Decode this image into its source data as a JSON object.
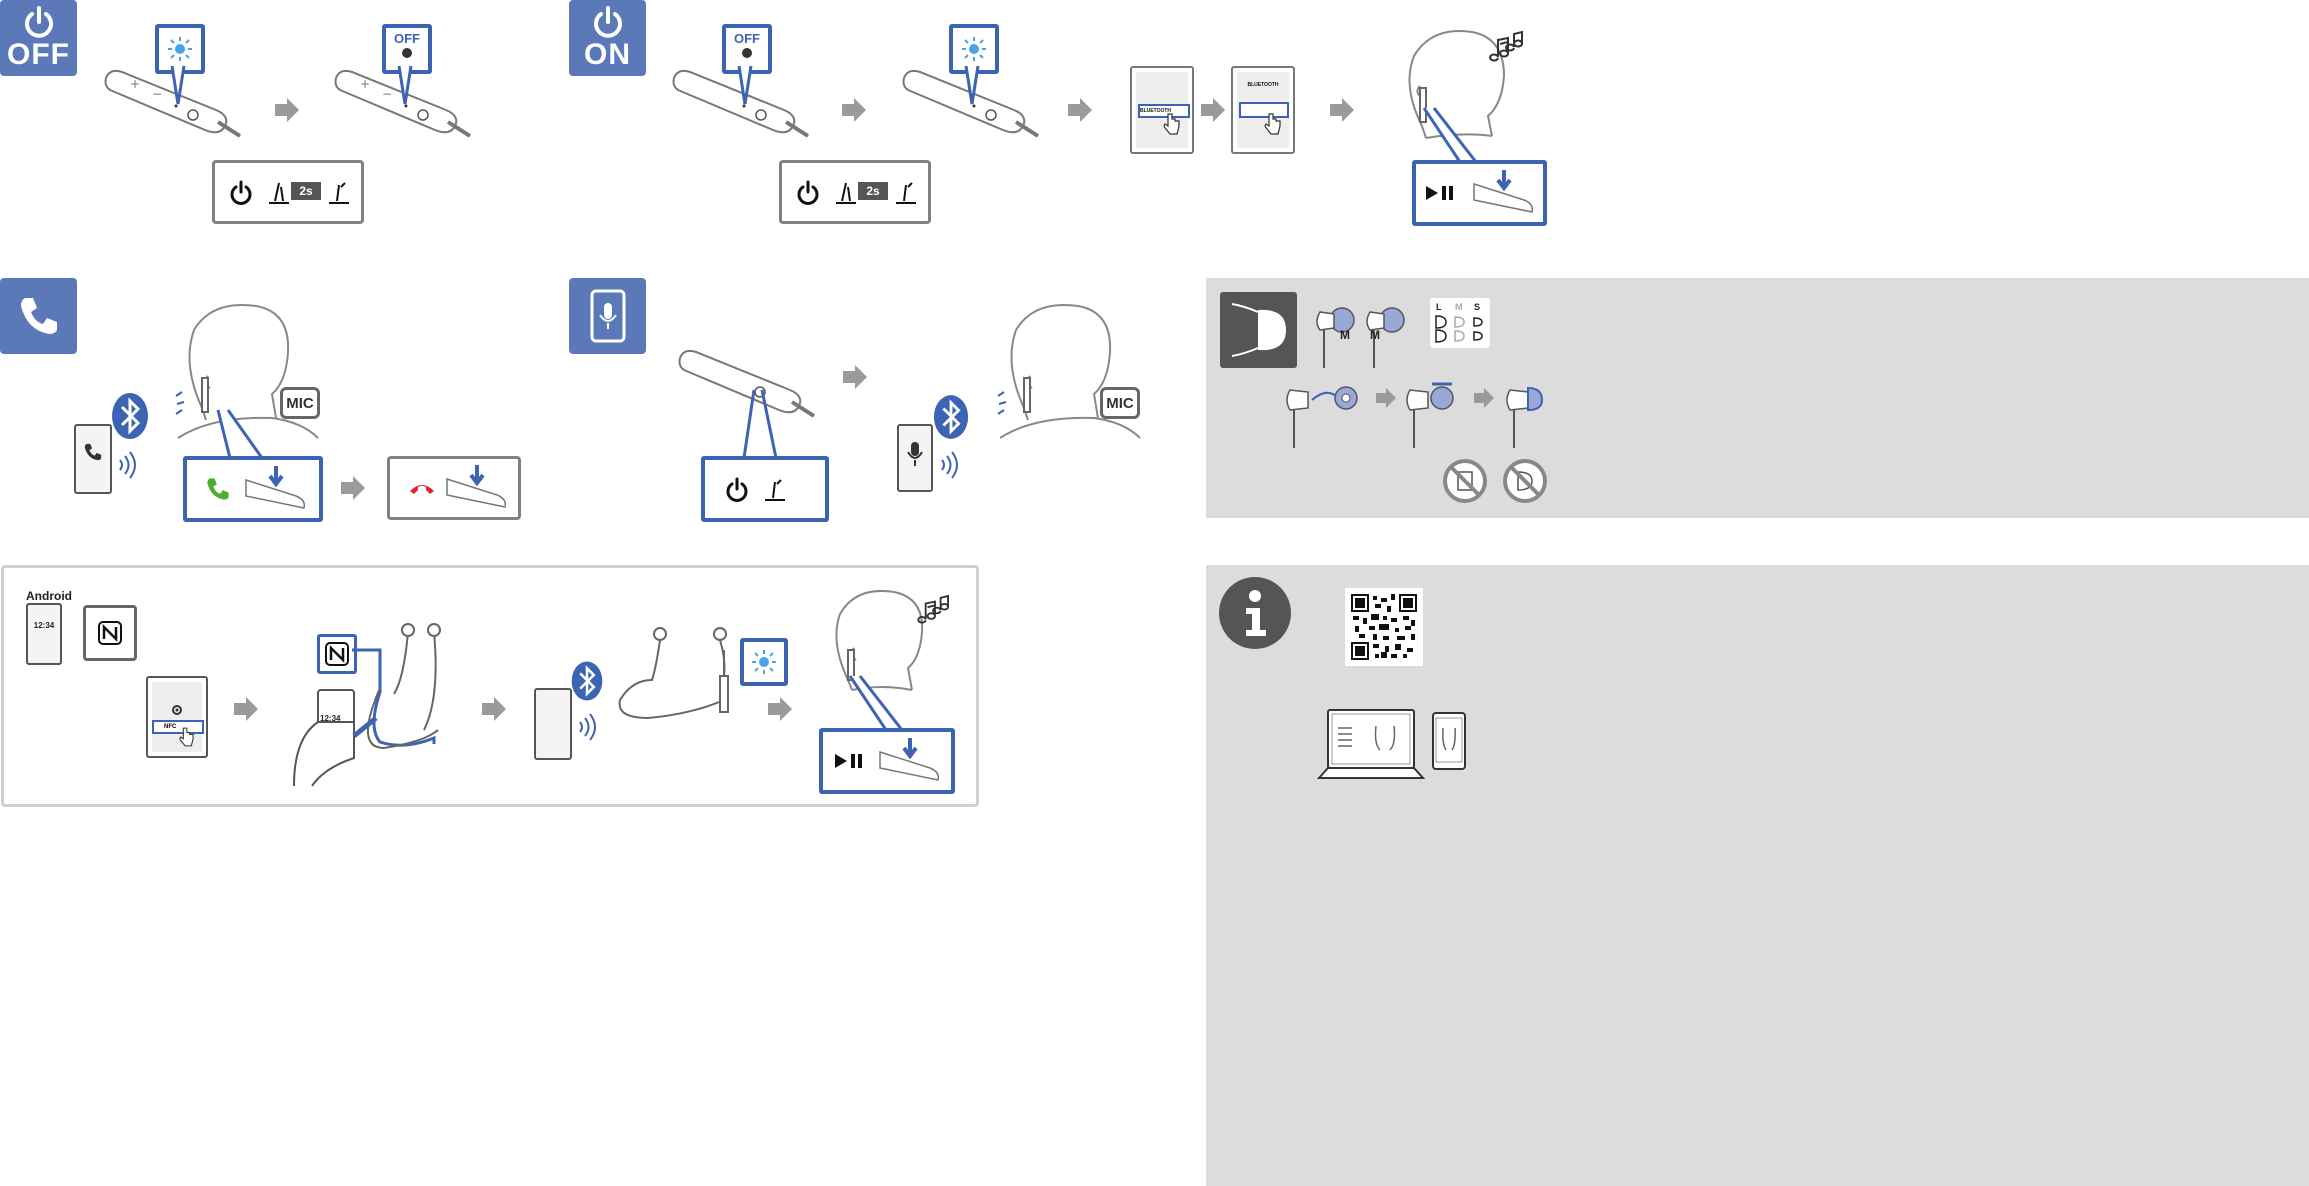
{
  "sections": {
    "power_off": {
      "badge_label": "OFF",
      "led_off_label": "OFF",
      "hold_time": "2s"
    },
    "power_on": {
      "badge_label": "ON",
      "led_off_label": "OFF",
      "hold_time": "2s",
      "phone_label": "BLUETOOTH",
      "phone_title": "BLUETOOTH"
    },
    "call": {
      "mic_label": "MIC"
    },
    "voice_assist": {
      "mic_label": "MIC"
    },
    "eartips": {
      "sizes": [
        "L",
        "M",
        "S"
      ],
      "selected_size": "M",
      "left_label": "M",
      "right_label": "M"
    },
    "nfc": {
      "os_label": "Android",
      "clock": "12:34",
      "nfc_setting_label": "NFC",
      "hand_phone_clock": "12:34"
    },
    "info": {}
  },
  "colors": {
    "accent_blue": "#5b78b8",
    "frame_blue": "#3d63b3",
    "arrow_gray": "#9a9a9a",
    "panel_gray": "#dcdcdc",
    "answer_green": "#4caf32",
    "hangup_red": "#d9262f"
  }
}
